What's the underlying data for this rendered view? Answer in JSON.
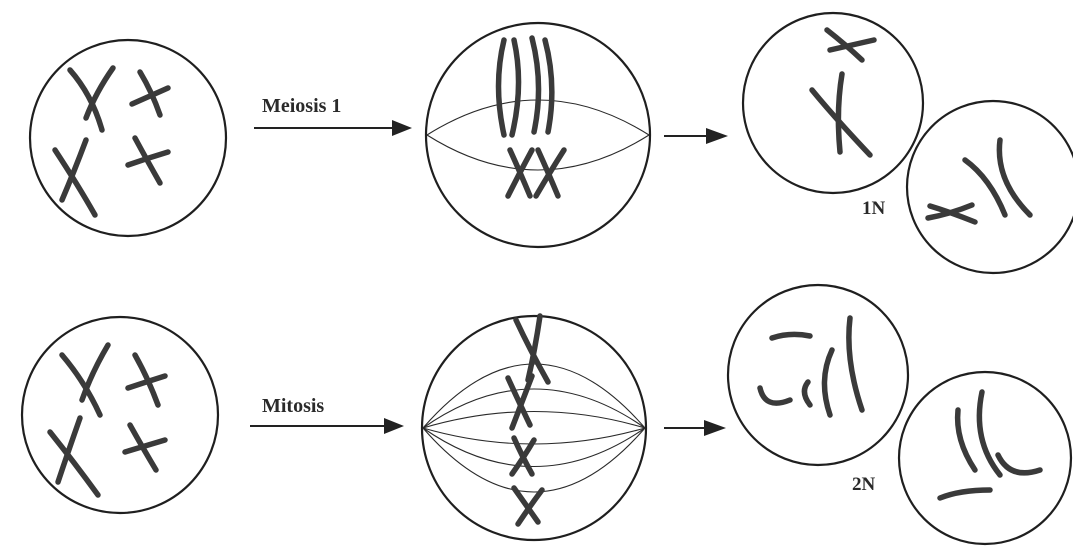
{
  "rows": [
    {
      "process_label": "Meiosis 1",
      "ploidy_label": "1N"
    },
    {
      "process_label": "Mitosis",
      "ploidy_label": "2N"
    }
  ],
  "colors": {
    "outline": "#1f1f1f",
    "chromosome": "#3a3a3a",
    "background": "#ffffff"
  }
}
